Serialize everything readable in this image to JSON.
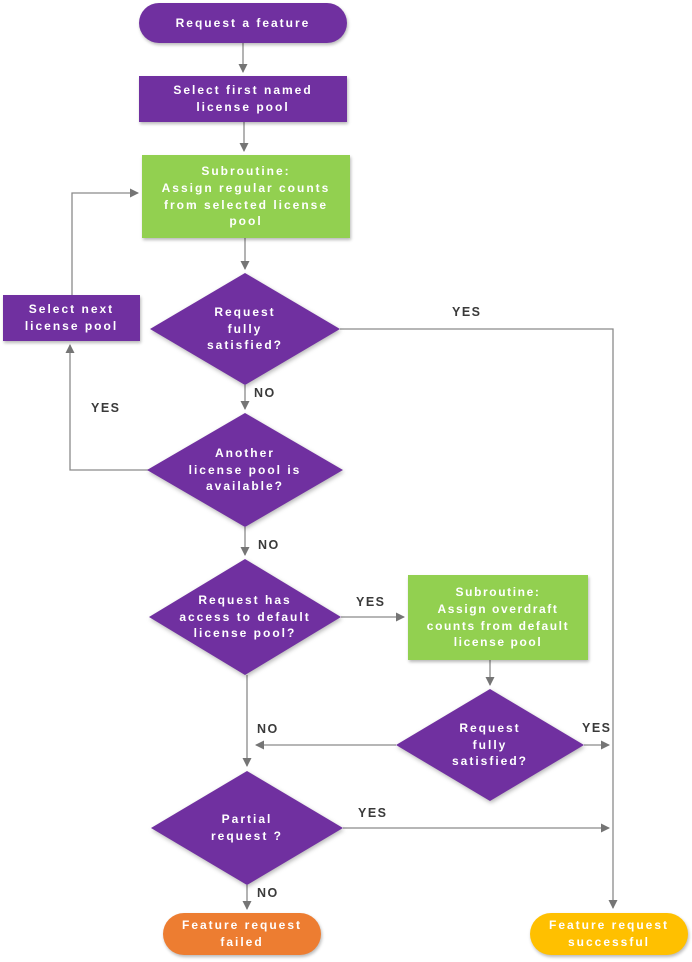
{
  "diagram": {
    "nodes": {
      "start": {
        "label": "Request a feature"
      },
      "select_first_pool": {
        "label": "Select first named\nlicense pool"
      },
      "subroutine_regular": {
        "label": "Subroutine:\nAssign regular counts\nfrom selected license\npool"
      },
      "request_satisfied_1": {
        "label": "Request\nfully\nsatisfied?"
      },
      "select_next_pool": {
        "label": "Select next\nlicense pool"
      },
      "another_pool_available": {
        "label": "Another\nlicense pool is\navailable?"
      },
      "access_default_pool": {
        "label": "Request has\naccess to default\nlicense pool?"
      },
      "subroutine_overdraft": {
        "label": "Subroutine:\nAssign overdraft\ncounts from default\nlicense pool"
      },
      "request_satisfied_2": {
        "label": "Request\nfully\nsatisfied?"
      },
      "partial_request": {
        "label": "Partial\nrequest ?"
      },
      "feature_failed": {
        "label": "Feature request\nfailed"
      },
      "feature_successful": {
        "label": "Feature request\nsuccessful"
      }
    },
    "edge_labels": {
      "satisfied1_yes": "YES",
      "satisfied1_no": "NO",
      "another_pool_yes": "YES",
      "another_pool_no": "NO",
      "access_default_yes": "YES",
      "satisfied2_no": "NO",
      "satisfied2_yes": "YES",
      "partial_yes": "YES",
      "partial_no": "NO"
    },
    "colors": {
      "process_purple": "#7030A0",
      "subroutine_green": "#92D050",
      "failed_orange": "#ED7D31",
      "successful_gold": "#FFC000",
      "connector_gray": "#8a8a8a",
      "edge_label_text": "#3a3a3a",
      "node_text": "#ffffff"
    }
  }
}
